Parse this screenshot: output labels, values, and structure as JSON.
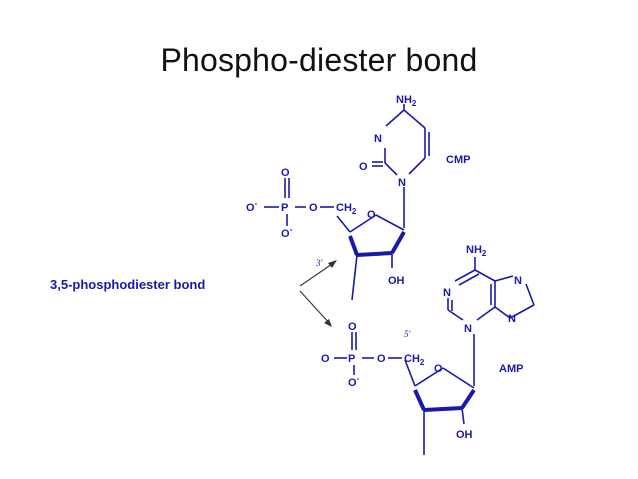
{
  "slide": {
    "title": "Phospho-diester bond"
  },
  "diagram": {
    "bond_label": "3,5-phosphodiester bond",
    "top_nucleotide": {
      "name": "CMP",
      "amine": "NH",
      "amine_sub": "2",
      "ring_n_top": "N",
      "ring_n_bottom": "N",
      "carbonyl_o": "O",
      "phosphate_p": "P",
      "phosphate_o_top": "O",
      "phosphate_o_left": "O",
      "phosphate_o_bottom": "O",
      "charge": "-",
      "ester_o": "O",
      "ch2": "CH",
      "ch2_sub": "2",
      "ring_o": "O",
      "hydroxyl": "OH",
      "prime_label": "3'"
    },
    "bottom_nucleotide": {
      "name": "AMP",
      "amine": "NH",
      "amine_sub": "2",
      "n1": "N",
      "n3": "N",
      "n7": "N",
      "n9": "N",
      "phosphate_p": "P",
      "phosphate_o_top": "O",
      "phosphate_o_left": "O",
      "phosphate_o_bottom": "O",
      "charge": "-",
      "ester_o": "O",
      "ch2": "CH",
      "ch2_sub": "2",
      "ring_o": "O",
      "hydroxyl": "OH",
      "prime_label": "5'"
    },
    "colors": {
      "structure": "#1a1aa8",
      "arrow": "#333333",
      "title": "#111111"
    }
  }
}
